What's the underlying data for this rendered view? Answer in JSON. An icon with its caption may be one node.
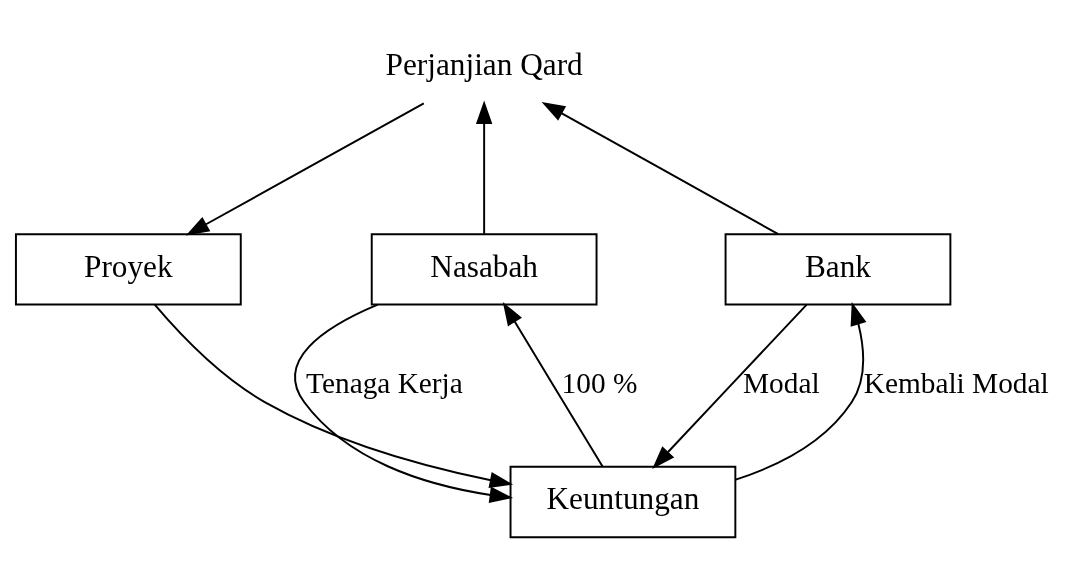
{
  "diagram": {
    "nodes": [
      {
        "text": [
          "Perjanjian Qard"
        ]
      },
      {
        "text": [
          "Nasabah"
        ]
      },
      {
        "text": [
          "Proyek"
        ]
      },
      {
        "text": [
          "Bank"
        ]
      },
      {
        "text": [
          "Keuntungan"
        ]
      }
    ],
    "edges": [
      {
        "from": 1,
        "to": 0,
        "arrow": "to"
      },
      {
        "from": 3,
        "to": 0,
        "arrow": "to"
      },
      {
        "from": 0,
        "to": 2,
        "arrow": "to"
      },
      {
        "from": 1,
        "to": 4,
        "arrow": "to",
        "label": "Tenaga Kerja"
      },
      {
        "from": 2,
        "to": 4,
        "arrow": "to"
      },
      {
        "from": 3,
        "to": 4,
        "arrow": "to",
        "label": "Modal"
      },
      {
        "from": 4,
        "to": 1,
        "arrow": "to",
        "label": "100 %"
      },
      {
        "from": 4,
        "to": 3,
        "arrow": "to",
        "label": "Kembali Modal"
      }
    ]
  }
}
